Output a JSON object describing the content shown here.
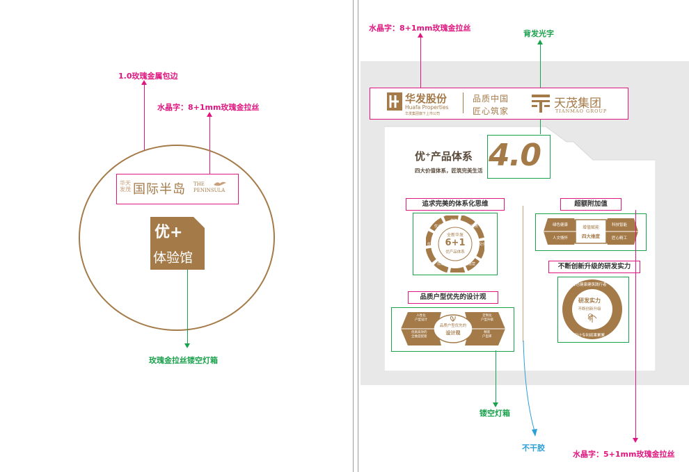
{
  "colors": {
    "magenta": "#e0157f",
    "green": "#1aa14c",
    "blue": "#2a9fd8",
    "gold": "#a47a48",
    "wall_gray": "#e8e8e8"
  },
  "left": {
    "annotations": {
      "metal_edge": "1.0玫瑰金属包边",
      "crystal_text": "水晶字：8+1mm玫瑰金拉丝",
      "lightbox": "玫瑰金拉丝镂空灯箱"
    },
    "logo": {
      "small_cn_1": "华天",
      "small_cn_2": "发茂",
      "name_cn": "国际半岛",
      "name_en_1": "THE",
      "name_en_2": "PENINSULA"
    },
    "badge": {
      "line1": "优+",
      "line2": "体验馆"
    }
  },
  "right": {
    "annotations": {
      "crystal_top": "水晶字：8+1mm玫瑰金拉丝",
      "backlit": "背发光字",
      "hollow_lightbox": "镂空灯箱",
      "no_glue": "不干胶",
      "crystal_bottom": "水晶字：5+1mm玫瑰金拉丝"
    },
    "header": {
      "huafa_cn": "华发股份",
      "huafa_en": "Huafa Properties",
      "huafa_sub": "华发集团旗下上市公司",
      "slogan_1": "品质中国",
      "slogan_2": "匠心筑家",
      "tianmao_cn": "天茂集团",
      "tianmao_en": "TIANMAO GROUP"
    },
    "title": {
      "main": "优⁺产品体系",
      "sub": "四大价值体系，匠筑完美生活",
      "version": "4.0"
    },
    "section_1": {
      "label": "追求完美的体系化思维",
      "center_1": "全新华发",
      "center_2": "6+1",
      "center_3": "优产品体系",
      "segments": [
        "优设计",
        "优建造",
        "优服务",
        "优交付",
        "优运营",
        "优享受",
        "优营销"
      ]
    },
    "section_2": {
      "label": "超额附加值",
      "center_1": "增值赋能",
      "center_2": "四大维度",
      "left_top": "绿色健康",
      "left_bottom": "人文情怀",
      "right_top": "科技智能",
      "right_bottom": "匠心精工"
    },
    "section_3": {
      "label": "品质户型优先的设计观",
      "center_1": "品质户型优先的",
      "center_2": "设计观",
      "left_top_1": "人性化",
      "left_top_2": "户型设计",
      "left_bottom_1": "优质高效的",
      "left_bottom_2": "全维度配套",
      "right_top_1": "定制化",
      "right_top_2": "户型升级",
      "right_bottom_1": "精装",
      "right_bottom_2": "户型库"
    },
    "section_4": {
      "label": "不断创新升级的研发实力",
      "center_1": "研发实力",
      "center_2": "不断创新升级",
      "ring_top": "绿色健康建筑践行者",
      "ring_bottom": "设计专利硕果累累"
    }
  }
}
